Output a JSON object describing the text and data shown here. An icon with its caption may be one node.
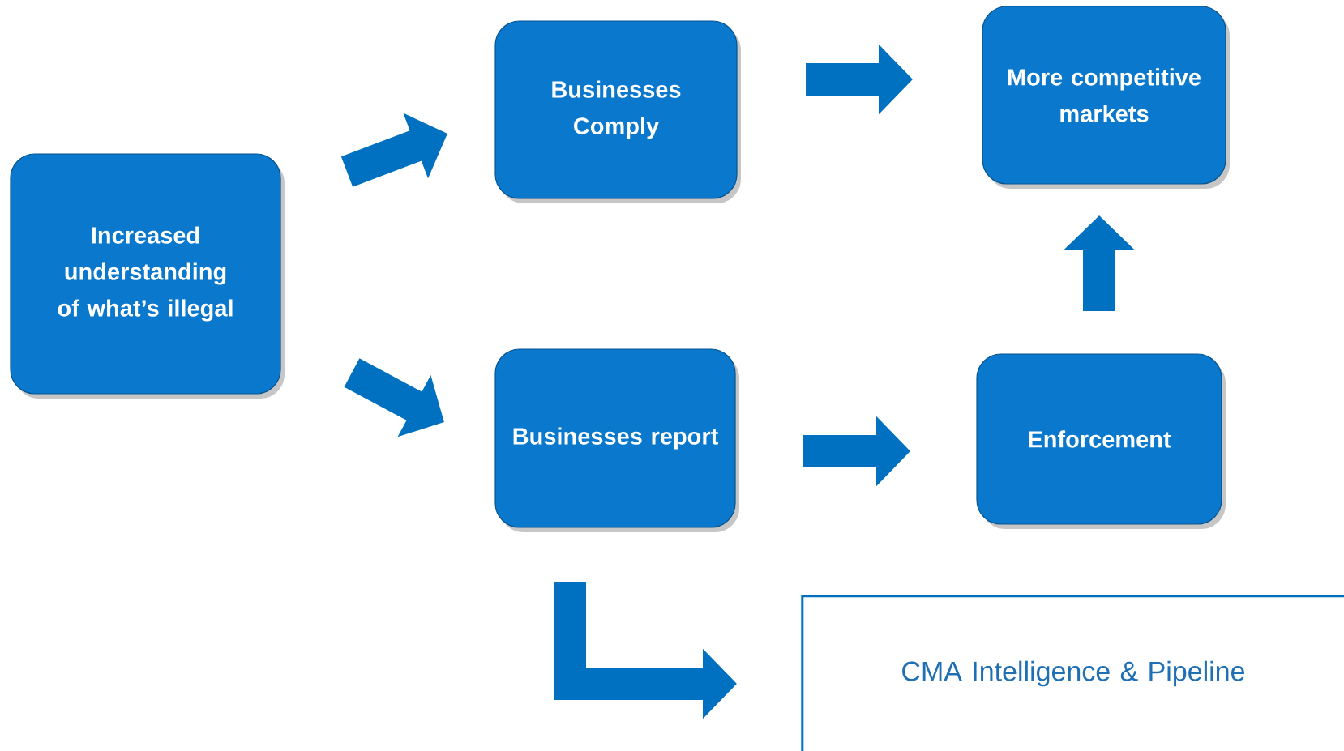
{
  "diagram": {
    "nodes": [
      {
        "text": [
          "Increased understanding of what’s illegal"
        ]
      },
      {
        "text": [
          "Businesses Comply"
        ]
      },
      {
        "text": [
          "More competitive markets"
        ]
      },
      {
        "text": [
          "Businesses report"
        ]
      },
      {
        "text": [
          "Enforcement"
        ]
      },
      {
        "text": [
          "CMA Intelligence & Pipeline"
        ]
      }
    ],
    "edges": [
      {
        "from": 0,
        "to": 1,
        "arrow": "to"
      },
      {
        "from": 0,
        "to": 3,
        "arrow": "to"
      },
      {
        "from": 1,
        "to": 2,
        "arrow": "to"
      },
      {
        "from": 3,
        "to": 4,
        "arrow": "to"
      },
      {
        "from": 4,
        "to": 2,
        "arrow": "to"
      },
      {
        "from": 3,
        "to": 5,
        "arrow": "to"
      }
    ]
  }
}
